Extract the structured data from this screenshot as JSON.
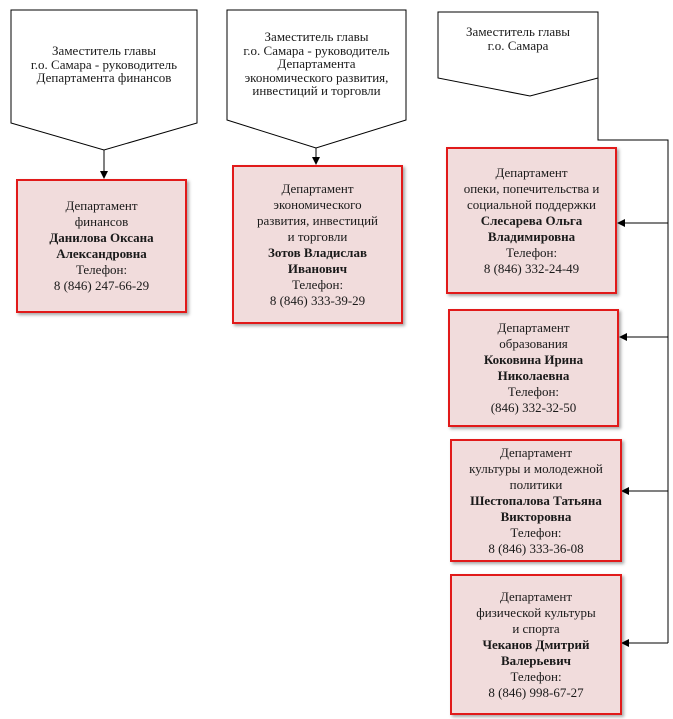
{
  "heads": [
    {
      "id": "h1",
      "lines": [
        "Заместитель главы",
        "г.о. Самара - руководитель",
        "Департамента финансов"
      ]
    },
    {
      "id": "h2",
      "lines": [
        "Заместитель главы",
        "г.о. Самара - руководитель",
        "Департамента",
        "экономического развития,",
        "инвестиций и торговли"
      ]
    },
    {
      "id": "h3",
      "lines": [
        "Заместитель главы",
        "г.о. Самара"
      ]
    }
  ],
  "departments": [
    {
      "id": "d1",
      "title": [
        "Департамент",
        "финансов"
      ],
      "name": [
        "Данилова Оксана",
        "Александровна"
      ],
      "phone_label": "Телефон:",
      "phone": "8 (846) 247-66-29"
    },
    {
      "id": "d2",
      "title": [
        "Департамент",
        "экономического",
        "развития, инвестиций",
        "и торговли"
      ],
      "name": [
        "Зотов Владислав",
        "Иванович"
      ],
      "phone_label": "Телефон:",
      "phone": "8 (846) 333-39-29"
    },
    {
      "id": "d3",
      "title": [
        "Департамент",
        "опеки, попечительства и",
        "социальной поддержки"
      ],
      "name": [
        "Слесарева Ольга",
        "Владимировна"
      ],
      "phone_label": "Телефон:",
      "phone": "8 (846) 332-24-49"
    },
    {
      "id": "d4",
      "title": [
        "Департамент",
        "образования"
      ],
      "name": [
        "Коковина Ирина",
        "Николаевна"
      ],
      "phone_label": "Телефон:",
      "phone": "(846) 332-32-50"
    },
    {
      "id": "d5",
      "title": [
        "Департамент",
        "культуры и молодежной",
        "политики"
      ],
      "name": [
        "Шестопалова Татьяна",
        "Викторовна"
      ],
      "phone_label": "Телефон:",
      "phone": "8 (846) 333-36-08"
    },
    {
      "id": "d6",
      "title": [
        "Департамент",
        "физической культуры",
        "и спорта"
      ],
      "name": [
        "Чеканов Дмитрий",
        "Валерьевич"
      ],
      "phone_label": "Телефон:",
      "phone": "8 (846) 998-67-27"
    }
  ],
  "colors": {
    "box_border": "#e11a1a",
    "box_fill": "#f1dcdc",
    "line": "#000000"
  }
}
